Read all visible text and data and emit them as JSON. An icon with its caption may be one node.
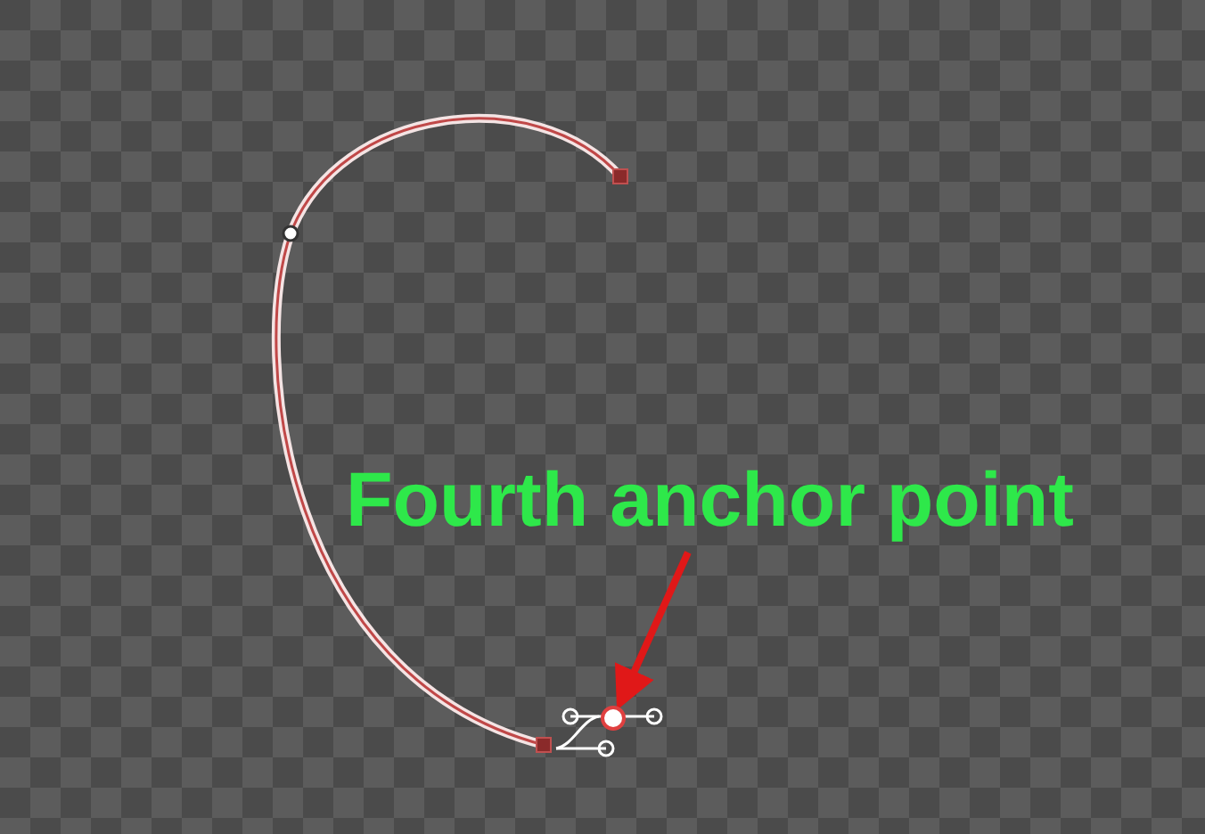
{
  "diagram": {
    "nodes": [
      {
        "text": [
          "Fourth anchor point"
        ]
      },
      {
        "text": [],
        "shape": "circle"
      }
    ],
    "edges": [
      {
        "from": 0,
        "to": 1,
        "arrow": "to"
      }
    ]
  }
}
